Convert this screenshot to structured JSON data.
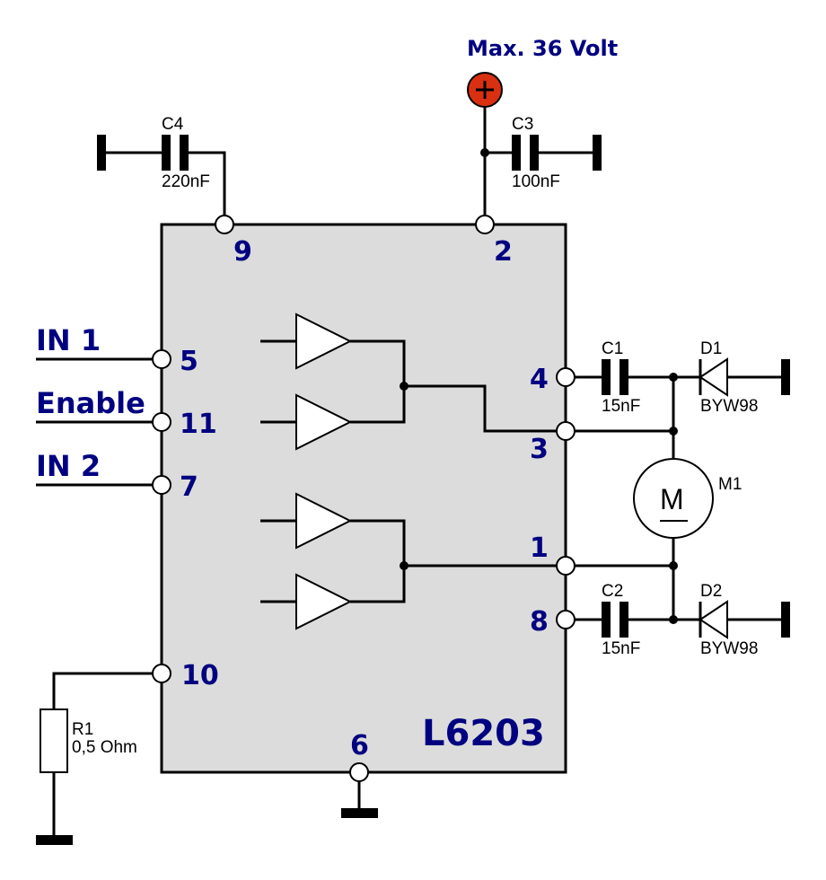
{
  "ic": {
    "name": "L6203",
    "fill": "#dcdcdc"
  },
  "supply": {
    "label": "Max. 36 Volt",
    "symbol": "+",
    "color": "#d83010"
  },
  "text_color": "#000080",
  "inputs": [
    {
      "label": "IN 1",
      "pin": "5"
    },
    {
      "label": "Enable",
      "pin": "11"
    },
    {
      "label": "IN 2",
      "pin": "7"
    }
  ],
  "pins": {
    "p9": "9",
    "p2": "2",
    "p4": "4",
    "p3": "3",
    "p1": "1",
    "p8": "8",
    "p10": "10",
    "p6": "6"
  },
  "components": {
    "c4": {
      "ref": "C4",
      "value": "220nF"
    },
    "c3": {
      "ref": "C3",
      "value": "100nF"
    },
    "c1": {
      "ref": "C1",
      "value": "15nF"
    },
    "c2": {
      "ref": "C2",
      "value": "15nF"
    },
    "d1": {
      "ref": "D1",
      "value": "BYW98"
    },
    "d2": {
      "ref": "D2",
      "value": "BYW98"
    },
    "m1": {
      "ref": "M1",
      "symbol": "M"
    },
    "r1": {
      "ref": "R1",
      "value": "0,5 Ohm"
    }
  }
}
